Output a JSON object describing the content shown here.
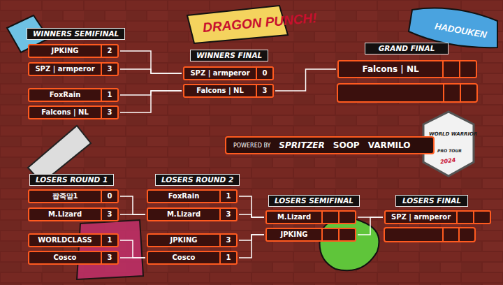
{
  "diagram": {
    "nodes": [
      {
        "text": [
          "WINNERS SEMIFINAL"
        ]
      },
      {
        "text": [
          "JPKING",
          "2"
        ]
      },
      {
        "text": [
          "SPZ | armperor",
          "3"
        ]
      },
      {
        "text": [
          "FoxRain",
          "1"
        ]
      },
      {
        "text": [
          "Falcons | NL",
          "3"
        ]
      },
      {
        "text": [
          "WINNERS FINAL"
        ]
      },
      {
        "text": [
          "SPZ | armperor",
          "0"
        ]
      },
      {
        "text": [
          "Falcons | NL",
          "3"
        ]
      },
      {
        "text": [
          "GRAND FINAL"
        ]
      },
      {
        "text": [
          "Falcons | NL"
        ]
      },
      {
        "text": [
          "LOSERS ROUND 1"
        ]
      },
      {
        "text": [
          "짭죽맏1",
          "0"
        ]
      },
      {
        "text": [
          "M.Lizard",
          "3"
        ]
      },
      {
        "text": [
          "WORLDCLASS",
          "1"
        ]
      },
      {
        "text": [
          "Cosco",
          "3"
        ]
      },
      {
        "text": [
          "LOSERS ROUND 2"
        ]
      },
      {
        "text": [
          "FoxRain",
          "1"
        ]
      },
      {
        "text": [
          "M.Lizard",
          "3"
        ]
      },
      {
        "text": [
          "JPKING",
          "3"
        ]
      },
      {
        "text": [
          "Cosco",
          "1"
        ]
      },
      {
        "text": [
          "LOSERS SEMIFINAL"
        ]
      },
      {
        "text": [
          "M.Lizard"
        ]
      },
      {
        "text": [
          "JPKING"
        ]
      },
      {
        "text": [
          "LOSERS FINAL"
        ]
      },
      {
        "text": [
          "SPZ | armperor"
        ]
      },
      {
        "text": [
          "POWERED BY",
          "SPRITZER",
          "SOOP",
          "VARMILO"
        ]
      }
    ],
    "edges": [
      {
        "from": 1,
        "to": 6,
        "arrow": "none"
      },
      {
        "from": 2,
        "to": 6,
        "arrow": "none"
      },
      {
        "from": 3,
        "to": 7,
        "arrow": "none"
      },
      {
        "from": 4,
        "to": 7,
        "arrow": "none"
      },
      {
        "from": 7,
        "to": 9,
        "arrow": "none"
      },
      {
        "from": 11,
        "to": 17,
        "arrow": "none"
      },
      {
        "from": 12,
        "to": 17,
        "arrow": "none"
      },
      {
        "from": 13,
        "to": 19,
        "arrow": "none"
      },
      {
        "from": 14,
        "to": 19,
        "arrow": "none"
      },
      {
        "from": 16,
        "to": 21,
        "arrow": "none"
      },
      {
        "from": 17,
        "to": 21,
        "arrow": "none"
      },
      {
        "from": 18,
        "to": 22,
        "arrow": "none"
      },
      {
        "from": 19,
        "to": 22,
        "arrow": "none"
      },
      {
        "from": 21,
        "to": 24,
        "arrow": "none"
      },
      {
        "from": 22,
        "to": 24,
        "arrow": "none"
      }
    ],
    "labels": [
      "DRAGON PUNCH!",
      "HADOUKEN",
      "WORLD WARRIOR",
      "PRO TOUR",
      "2024"
    ]
  }
}
